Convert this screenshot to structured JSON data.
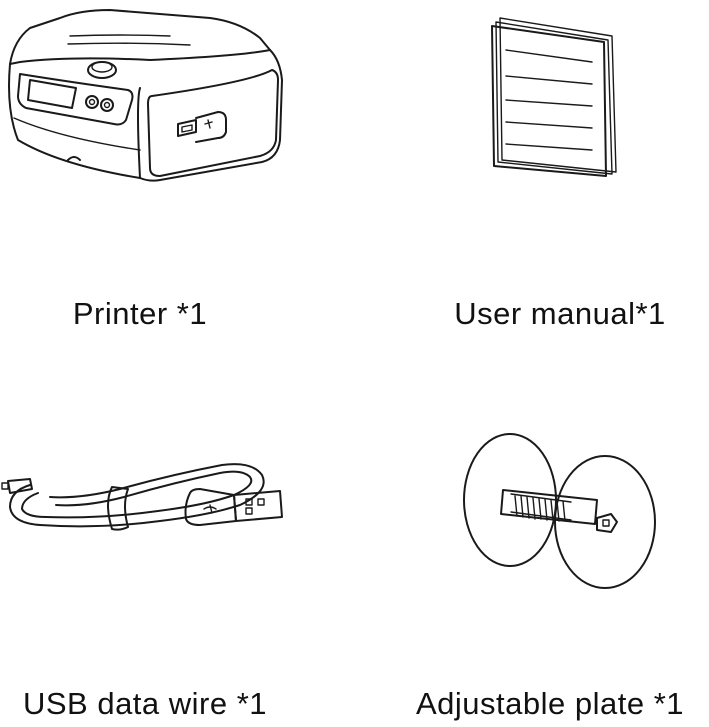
{
  "items": [
    {
      "name": "printer",
      "label": "Printer *1"
    },
    {
      "name": "user-manual",
      "label": "User manual*1"
    },
    {
      "name": "usb-data-wire",
      "label": "USB data wire *1"
    },
    {
      "name": "adjustable-plate",
      "label": "Adjustable plate *1"
    }
  ]
}
